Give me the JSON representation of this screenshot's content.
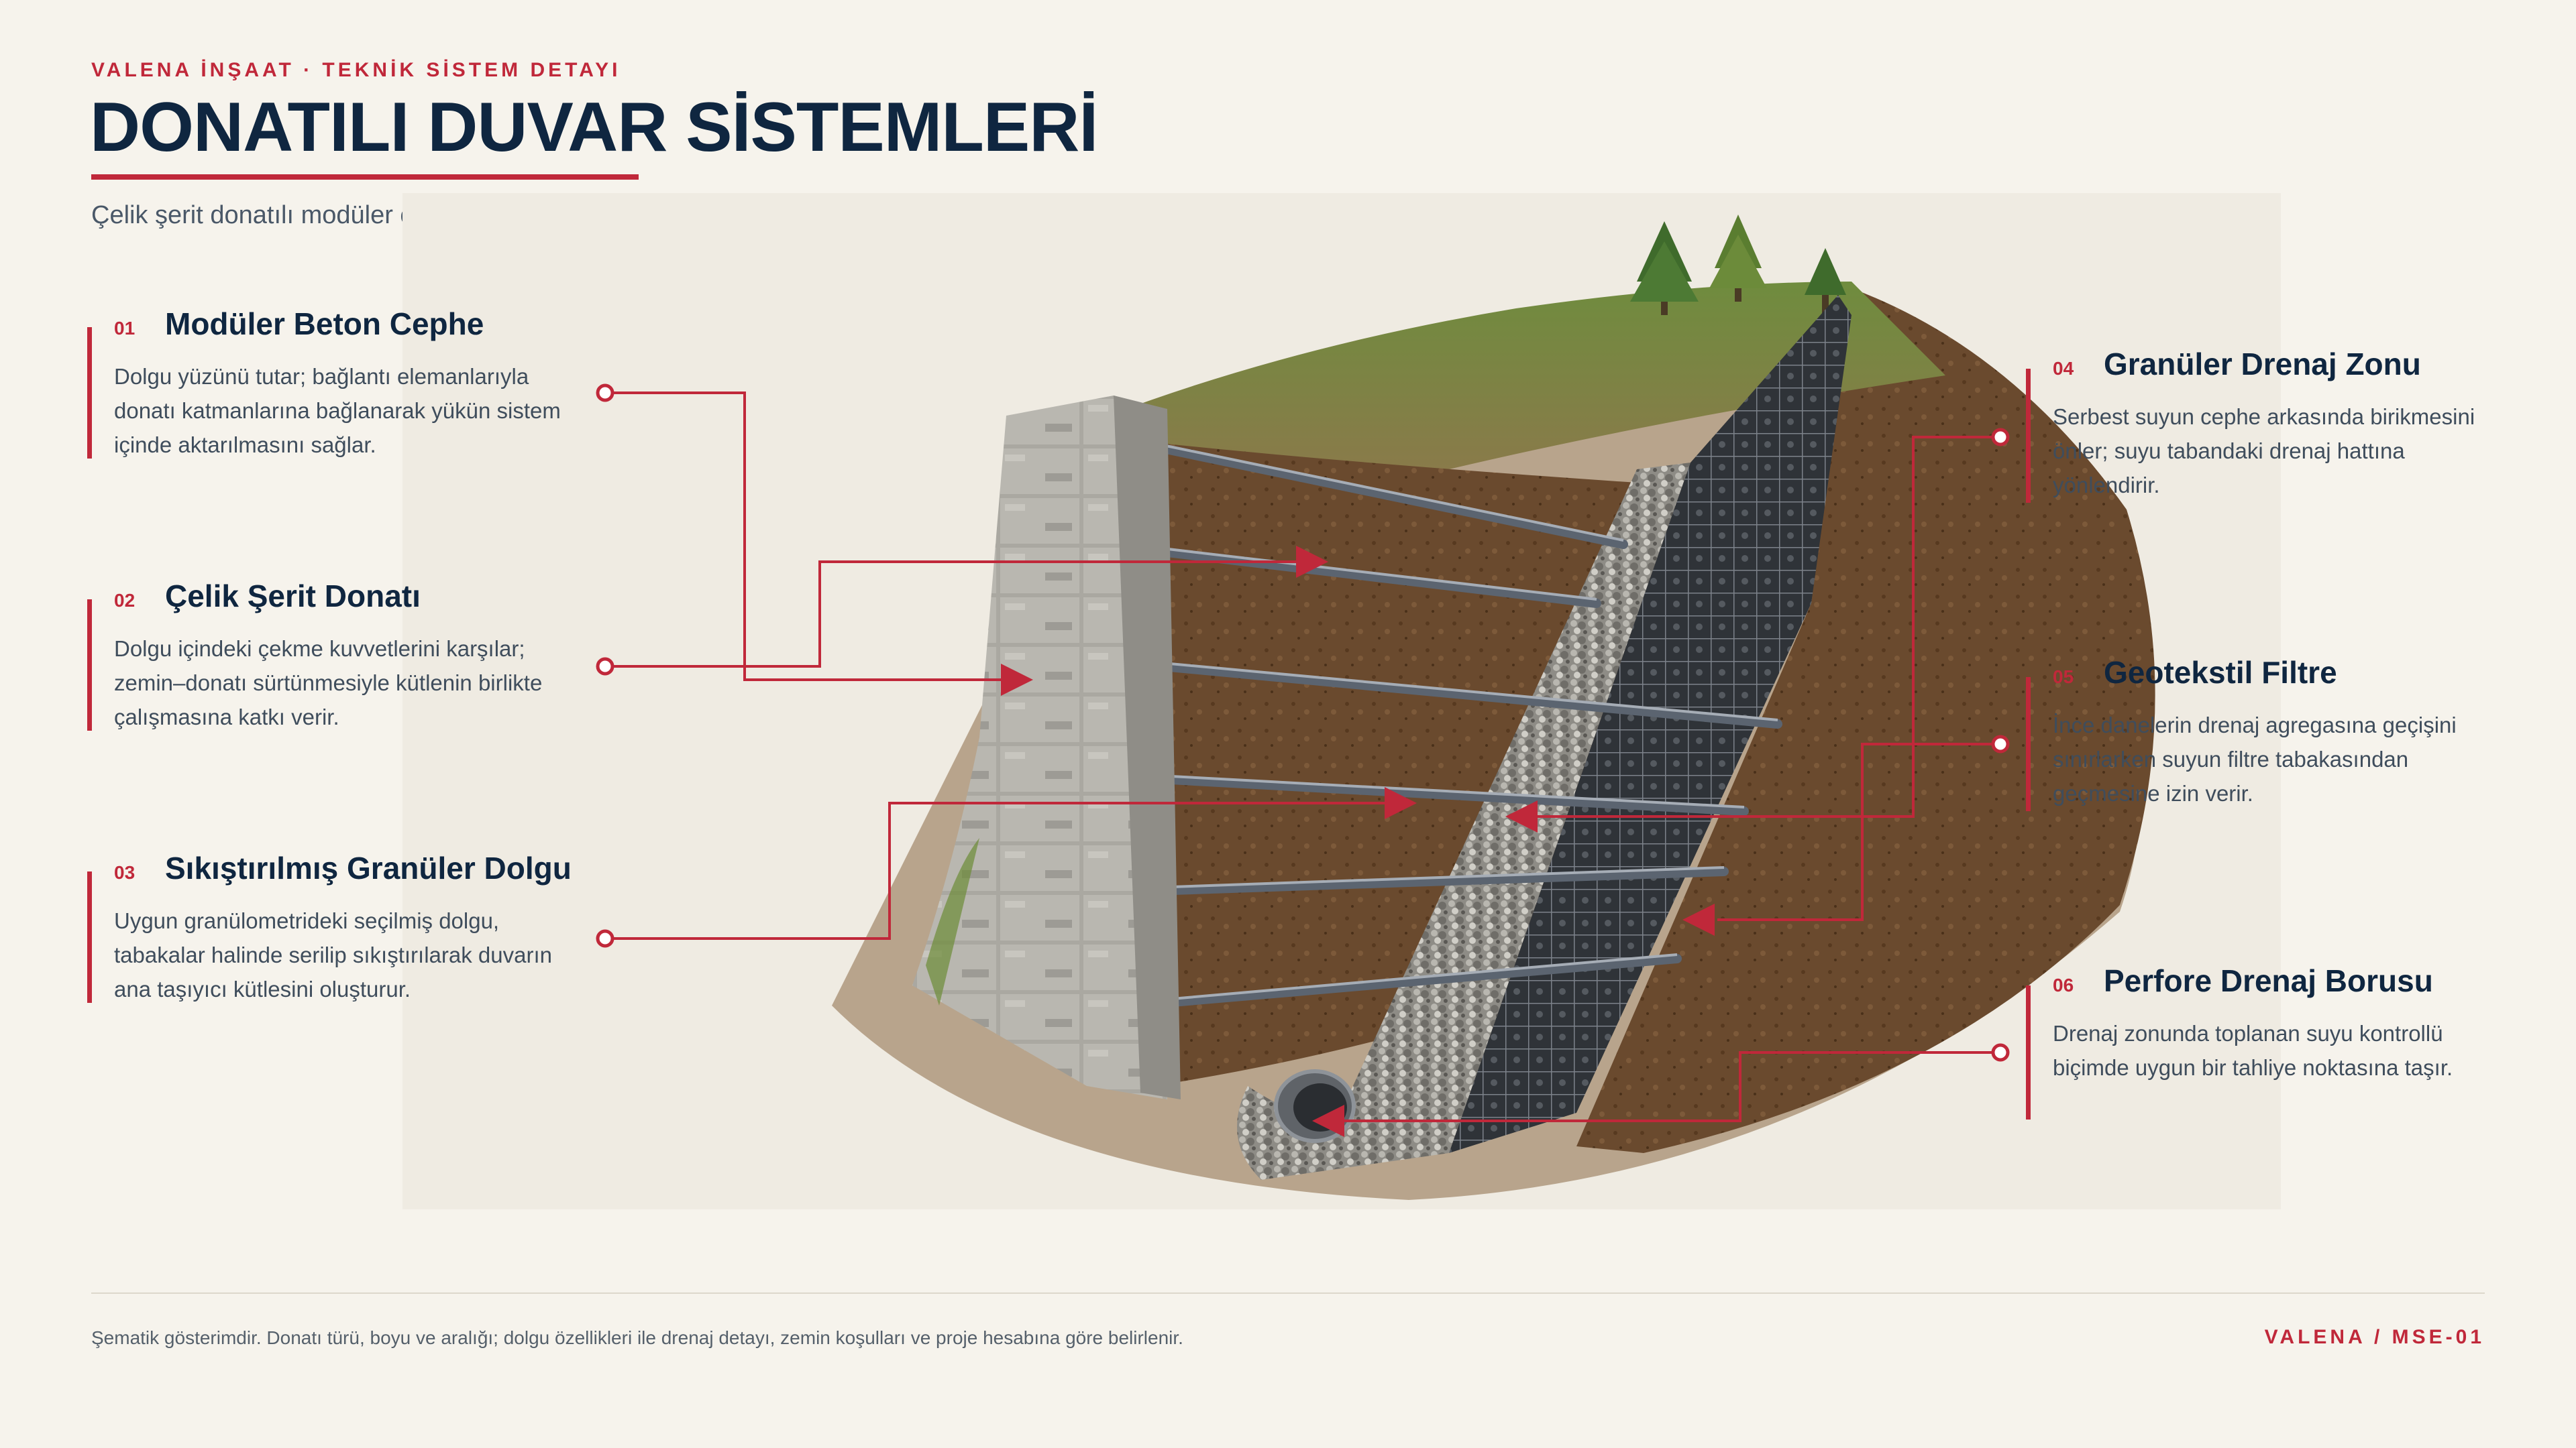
{
  "header": {
    "kicker": "VALENA İNŞAAT · TEKNİK SİSTEM DETAYI",
    "title": "DONATILI DUVAR SİSTEMLERİ",
    "subtitle": "Çelik şerit donatılı modüler cephe sistemi — bileşenlerin birlikte çalışma prensibi"
  },
  "callouts": [
    {
      "num": "01",
      "title": "Modüler Beton Cephe",
      "body": "Dolgu yüzünü tutar; bağlantı elemanlarıyla donatı katmanlarına bağlanarak yükün sistem içinde aktarılmasını sağlar."
    },
    {
      "num": "02",
      "title": "Çelik Şerit Donatı",
      "body": "Dolgu içindeki çekme kuvvetlerini karşılar; zemin–donatı sürtünmesiyle kütlenin birlikte çalışmasına katkı verir."
    },
    {
      "num": "03",
      "title": "Sıkıştırılmış Granüler Dolgu",
      "body": "Uygun granülometrideki seçilmiş dolgu, tabakalar halinde serilip sıkıştırılarak duvarın ana taşıyıcı kütlesini oluşturur."
    },
    {
      "num": "04",
      "title": "Granüler Drenaj Zonu",
      "body": "Serbest suyun cephe arkasında birikmesini önler; suyu tabandaki drenaj hattına yönlendirir."
    },
    {
      "num": "05",
      "title": "Geotekstil Filtre",
      "body": "İnce danelerin drenaj agregasına geçişini sınırlarken suyun filtre tabakasından geçmesine izin verir."
    },
    {
      "num": "06",
      "title": "Perfore Drenaj Borusu",
      "body": "Drenaj zonunda toplanan suyu kontrollü biçimde uygun bir tahliye noktasına taşır."
    }
  ],
  "footer": {
    "note": "Şematik gösterimdir. Donatı türü, boyu ve aralığı; dolgu özellikleri ile drenaj detayı, zemin koşulları ve proje hesabına göre belirlenir.",
    "code": "VALENA / MSE-01"
  },
  "colors": {
    "accent": "#c0283a",
    "navy": "#0f2640",
    "background": "#f6f3ec",
    "soil": "#6b4a2e",
    "concrete": "#a9a7a0"
  }
}
